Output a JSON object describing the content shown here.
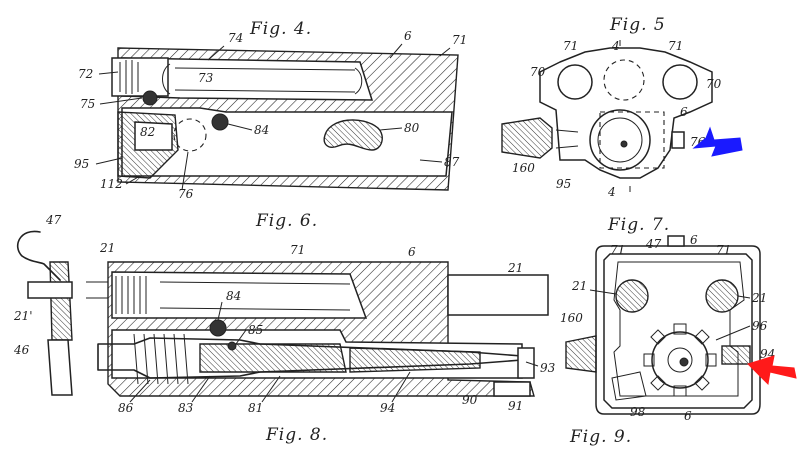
{
  "figures": [
    {
      "id": "fig4",
      "caption": "Fig. 4.",
      "labels": [
        "74",
        "6",
        "71",
        "72",
        "73",
        "75",
        "82",
        "84",
        "80",
        "95",
        "87",
        "112",
        "76"
      ]
    },
    {
      "id": "fig5",
      "caption": "Fig. 5",
      "labels": [
        "71",
        "4",
        "71",
        "70",
        "70",
        "6",
        "76",
        "160",
        "95",
        "4"
      ]
    },
    {
      "id": "fig6",
      "caption": "Fig. 6.",
      "labels": [
        "47",
        "21",
        "71",
        "6",
        "21",
        "21'",
        "84",
        "85",
        "46",
        "86",
        "83",
        "81",
        "94",
        "90",
        "93",
        "91"
      ]
    },
    {
      "id": "fig7",
      "caption": "Fig. 7.",
      "labels": [
        "47",
        "6",
        "71",
        "71",
        "21",
        "21",
        "160",
        "96",
        "94",
        "98",
        "6"
      ]
    },
    {
      "id": "fig8",
      "caption": "Fig. 8."
    },
    {
      "id": "fig9",
      "caption": "Fig. 9."
    }
  ],
  "arrows": [
    {
      "name": "blue-arrow",
      "color": "#1a1aff"
    },
    {
      "name": "red-arrow",
      "color": "#ff1a1a"
    }
  ]
}
